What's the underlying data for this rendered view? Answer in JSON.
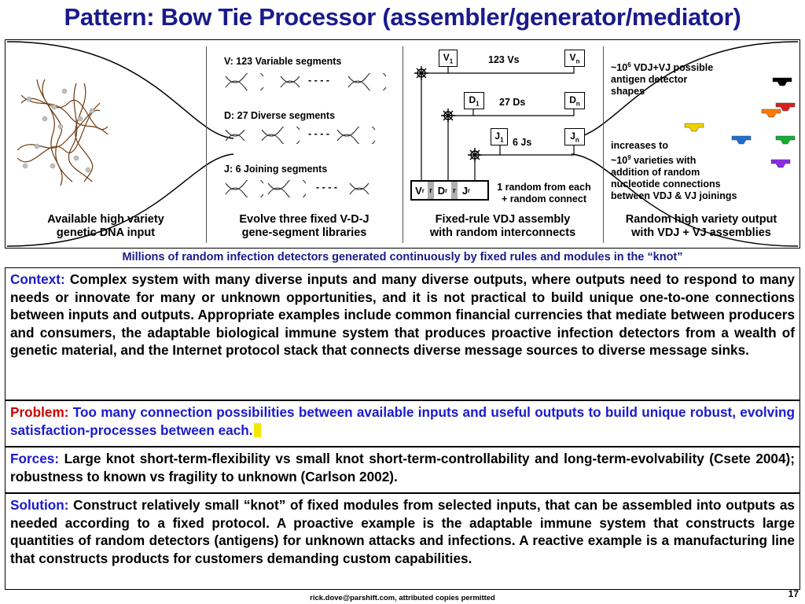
{
  "title": "Pattern: Bow Tie Processor (assembler/generator/mediator)",
  "panels": [
    {
      "caption_line1": "Available high variety",
      "caption_line2": "genetic DNA input"
    },
    {
      "caption_line1": "Evolve three fixed V-D-J",
      "caption_line2": "gene-segment libraries"
    },
    {
      "caption_line1": "Fixed-rule VDJ assembly",
      "caption_line2": "with random interconnects"
    },
    {
      "caption_line1": "Random high variety output",
      "caption_line2": "with VDJ + VJ assemblies"
    }
  ],
  "libraries": {
    "v_label": "V:  123 Variable segments",
    "d_label": "D:    27 Diverse segments",
    "j_label": "J:     6 Joining segments",
    "dashes": "- - - -"
  },
  "assembly": {
    "v1": "V",
    "v1_sub": "1",
    "vn": "V",
    "vn_sub": "n",
    "vs_count": "123 Vs",
    "d1": "D",
    "d1_sub": "1",
    "dn": "D",
    "dn_sub": "n",
    "ds_count": "27 Ds",
    "j1": "J",
    "j1_sub": "1",
    "jn": "J",
    "jn_sub": "n",
    "js_count": "6 Js",
    "knot_v": "V",
    "knot_d": "D",
    "knot_j": "J",
    "knot_r": "r",
    "random_line1": "1 random from each",
    "random_line2": "+ random connect"
  },
  "output": {
    "shapes_pre": "~10",
    "shapes_exp": "6",
    "shapes_post": " VDJ+VJ possible",
    "shapes_line2": "antigen detector",
    "shapes_line3": "shapes",
    "inc_line1": "increases to",
    "inc_pre": "~10",
    "inc_exp": "9",
    "inc_post": " varieties with",
    "inc_line3": "addition of random",
    "inc_line4": "nucleotide connections",
    "inc_line5": "between VDJ & VJ joinings",
    "detector_colors": [
      "#000000",
      "#d82020",
      "#ff7a00",
      "#f2d000",
      "#1e6fd0",
      "#10b030",
      "#8a2be2",
      "#e8c800"
    ]
  },
  "millions": "Millions of random infection detectors generated continuously by fixed rules and modules in the “knot”",
  "context": {
    "label": "Context:",
    "text": "Complex system with many diverse inputs and many diverse outputs, where outputs need to respond to many needs or innovate for many or unknown opportunities, and it is not practical to build unique one-to-one connections between inputs and outputs. Appropriate examples include common financial currencies that mediate between producers and consumers, the adaptable biological immune system that produces proactive infection detectors from a wealth of genetic material, and the Internet protocol stack that connects diverse message sources to diverse message sinks."
  },
  "problem": {
    "label": "Problem:",
    "text": "Too many connection possibilities between available inputs and useful outputs to build unique robust, evolving satisfaction-processes between each."
  },
  "forces": {
    "label": "Forces:",
    "text": "Large knot short-term-flexibility vs small knot short-term-controllability and long-term-evolvability (Csete 2004); robustness to known vs fragility to unknown (Carlson 2002)."
  },
  "solution": {
    "label": "Solution:",
    "text": "Construct relatively small “knot” of fixed modules  from selected inputs, that can be assembled into outputs as needed according to a fixed protocol. A proactive example is the adaptable immune system that constructs large quantities of random detectors (antigens) for unknown attacks and infections.  A reactive example is a manufacturing line that constructs products for customers demanding custom capabilities."
  },
  "footer": "rick.dove@parshift.com, attributed copies permitted",
  "page_number": "17"
}
